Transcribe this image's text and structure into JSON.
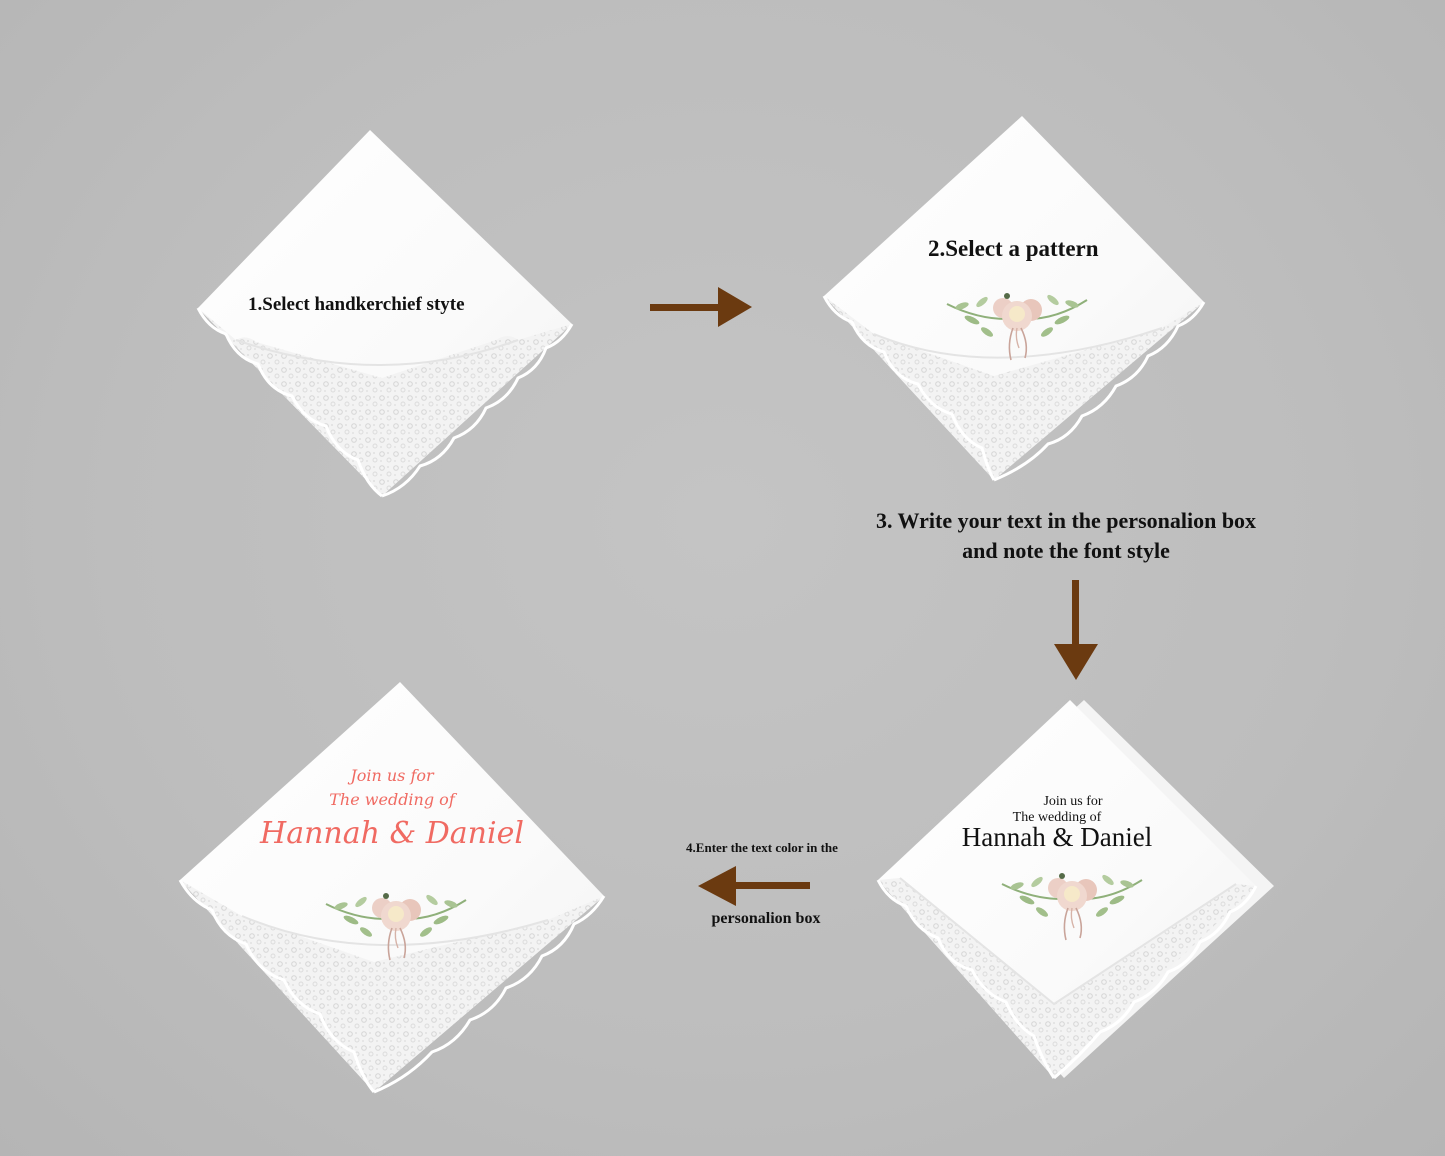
{
  "colors": {
    "background": "#bfbfbf",
    "arrow": "#6b3a10",
    "text": "#111111",
    "script_text": "#f06a62",
    "fabric": "#fbfbfb",
    "lace": "#eeeeee"
  },
  "steps": [
    {
      "number": 1,
      "label": "1.Select handkerchief styte",
      "item": "plain-lace-handkerchief"
    },
    {
      "number": 2,
      "label": "2.Select a pattern",
      "item": "floral-pattern-handkerchief"
    },
    {
      "number": 3,
      "label_line1": "3. Write your text in the personalion box",
      "label_line2": "and note the font style",
      "item": "personalized-black-text-handkerchief",
      "text": {
        "line1": "Join us for",
        "line2": "The wedding of",
        "line3": "Hannah & Daniel"
      }
    },
    {
      "number": 4,
      "label_line1": "4.Enter the text color in the",
      "label_line2": "personalion box",
      "item": "personalized-color-text-handkerchief",
      "text": {
        "line1": "Join us for",
        "line2": "The wedding of",
        "line3": "Hannah & Daniel"
      }
    }
  ],
  "arrows": [
    {
      "direction": "right",
      "icon": "arrow-right-icon"
    },
    {
      "direction": "down",
      "icon": "arrow-down-icon"
    },
    {
      "direction": "left",
      "icon": "arrow-left-icon"
    }
  ]
}
